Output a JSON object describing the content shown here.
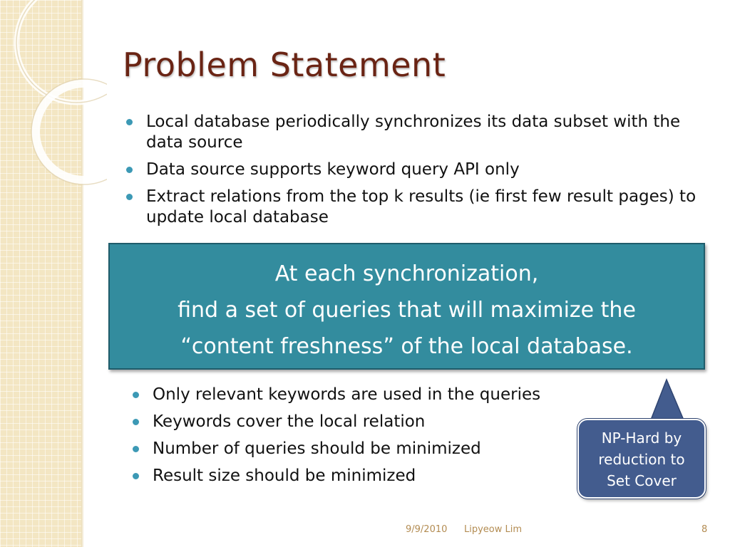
{
  "slide": {
    "title": "Problem Statement",
    "bullets_top": [
      "Local database periodically synchronizes its data subset with the data source",
      "Data source supports keyword query API only",
      "Extract relations from the top k results (ie first few result pages) to update local database"
    ],
    "highlight": {
      "line1": "At each synchronization,",
      "line2": "find a set of queries that will maximize the",
      "line3": "“content freshness” of the local database."
    },
    "bullets_bottom": [
      "Only relevant keywords are used in the queries",
      "Keywords cover the local relation",
      "Number of queries should be minimized",
      "Result size should be minimized"
    ],
    "callout": {
      "line1": "NP-Hard by",
      "line2": "reduction to",
      "line3": "Set Cover"
    },
    "footer": {
      "date": "9/9/2010",
      "author": "Lipyeow Lim",
      "page": "8"
    }
  },
  "colors": {
    "title": "#6a2414",
    "bullet_dot": "#3c99b5",
    "highlight_bg": "#338c9e",
    "callout_bg": "#435c8e",
    "footer_text": "#b38c52",
    "panel_bg": "#f3e6c3"
  }
}
